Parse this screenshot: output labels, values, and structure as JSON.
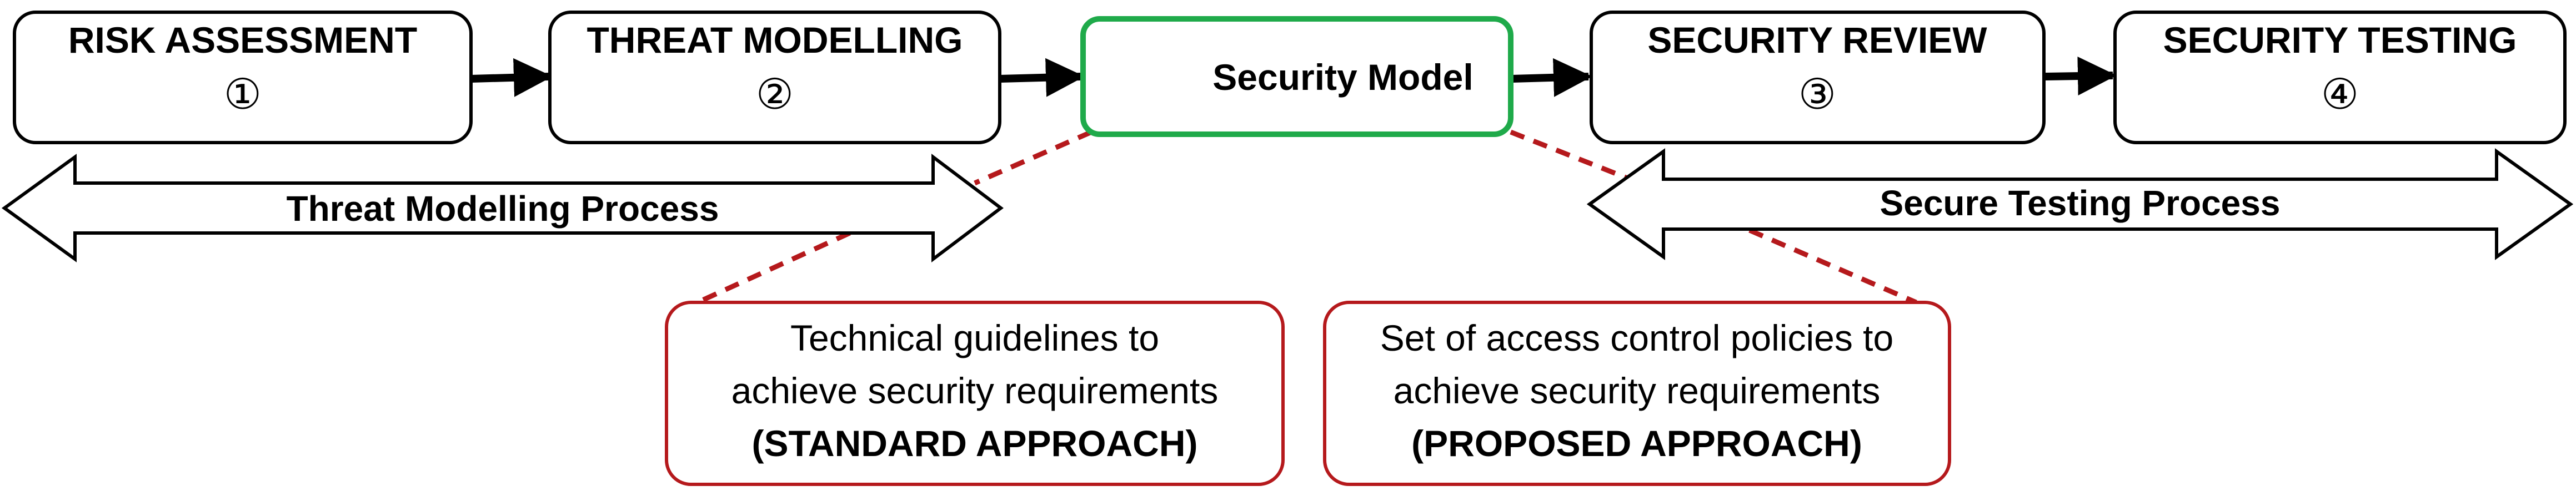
{
  "stages": [
    {
      "title": "RISK ASSESSMENT",
      "number": "①"
    },
    {
      "title": "THREAT MODELLING",
      "number": "②"
    },
    {
      "title": "SECURITY REVIEW",
      "number": "③"
    },
    {
      "title": "SECURITY TESTING",
      "number": "④"
    }
  ],
  "center": {
    "title": "Security Model"
  },
  "processes": {
    "threat": "Threat Modelling Process",
    "testing": "Secure Testing Process"
  },
  "notes": {
    "standard": {
      "line1": "Technical guidelines to",
      "line2": "achieve security requirements",
      "label": "(STANDARD APPROACH)"
    },
    "proposed": {
      "line1": "Set of access control policies to",
      "line2": "achieve security requirements",
      "label": "(PROPOSED APPROACH)"
    }
  },
  "colors": {
    "stage_border": "#000000",
    "center_border": "#1faa4a",
    "note_border": "#b5191c",
    "connector": "#b5191c"
  }
}
